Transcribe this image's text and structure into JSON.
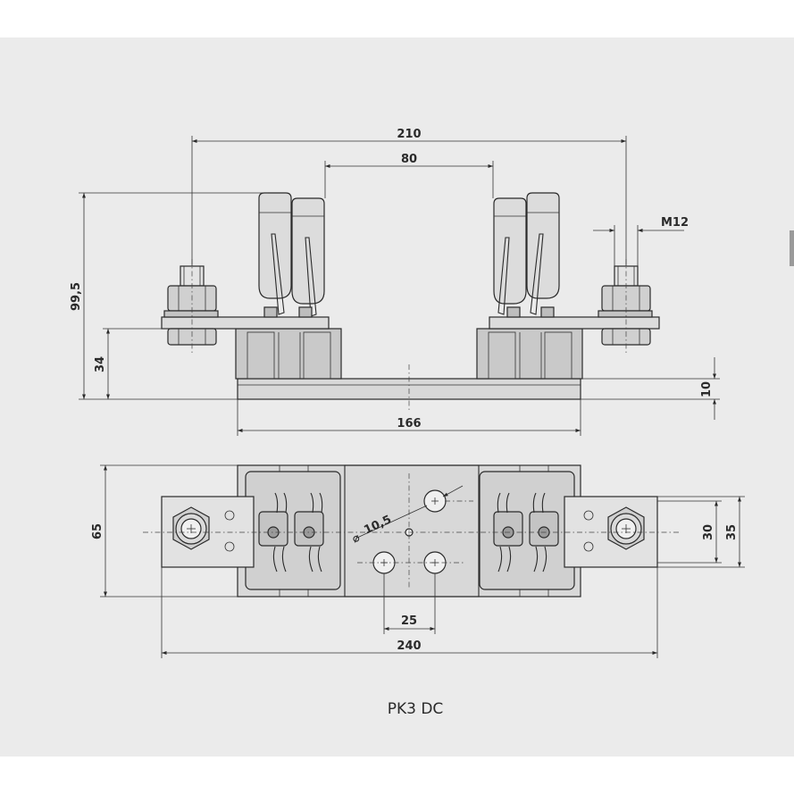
{
  "drawing": {
    "title": "PK3 DC",
    "side_view": {
      "dim_overall_width": "210",
      "dim_contact_spacing": "80",
      "dim_total_height": "99,5",
      "dim_terminal_height": "34",
      "dim_base_thickness": "10",
      "dim_base_length": "166",
      "dim_thread": "M12"
    },
    "top_view": {
      "dim_width": "65",
      "dim_terminal_width": "30",
      "dim_terminal_outer": "35",
      "dim_hole_spacing": "25",
      "dim_overall_length": "240",
      "dim_hole_diameter": "10,5"
    }
  },
  "colors": {
    "background": "#ebebeb",
    "line": "#2a2a2a",
    "part_fill": "#d8d8d8",
    "dark_fill": "#bdbdbd"
  }
}
